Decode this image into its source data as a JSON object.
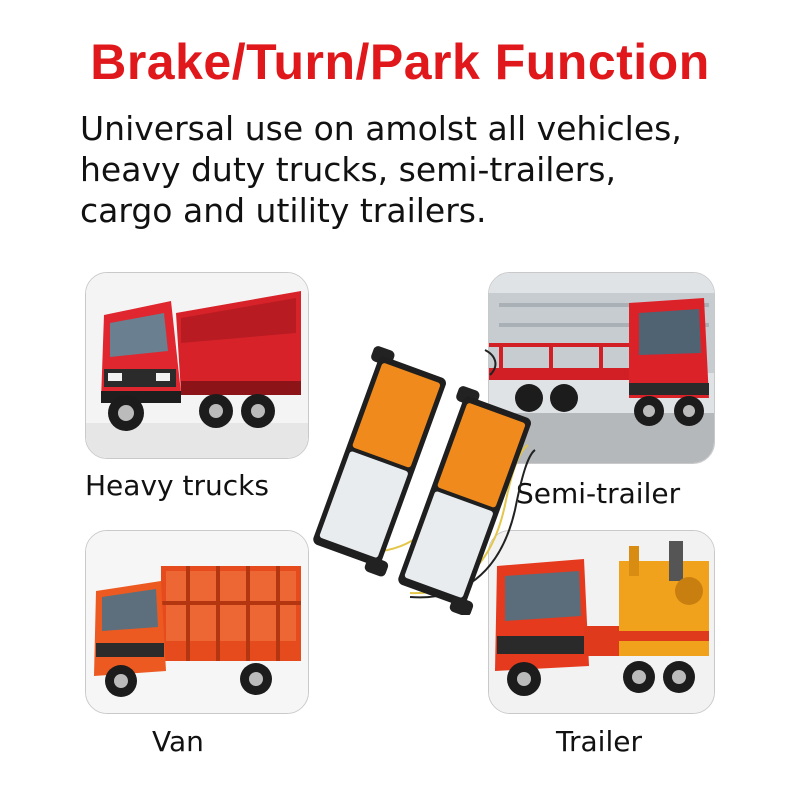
{
  "headline": "Brake/Turn/Park Function",
  "description": {
    "lines": [
      "Universal use on amolst all vehicles,",
      "heavy duty trucks, semi-trailers,",
      "cargo and utility trailers."
    ]
  },
  "vehicles": [
    {
      "label": "Heavy trucks",
      "icon": "dump-truck-photo",
      "color": "#d8222a"
    },
    {
      "label": "Semi-trailer",
      "icon": "semi-trailer-photo",
      "color": "#d21f26"
    },
    {
      "label": "Van",
      "icon": "cargo-van-truck-photo",
      "color": "#e54b1c"
    },
    {
      "label": "Trailer",
      "icon": "tanker-truck-photo",
      "color": "#e03a1c"
    }
  ],
  "product": {
    "icon": "led-tail-light-pair",
    "amber_color": "#f08a1c",
    "clear_color": "#e8ecef"
  }
}
